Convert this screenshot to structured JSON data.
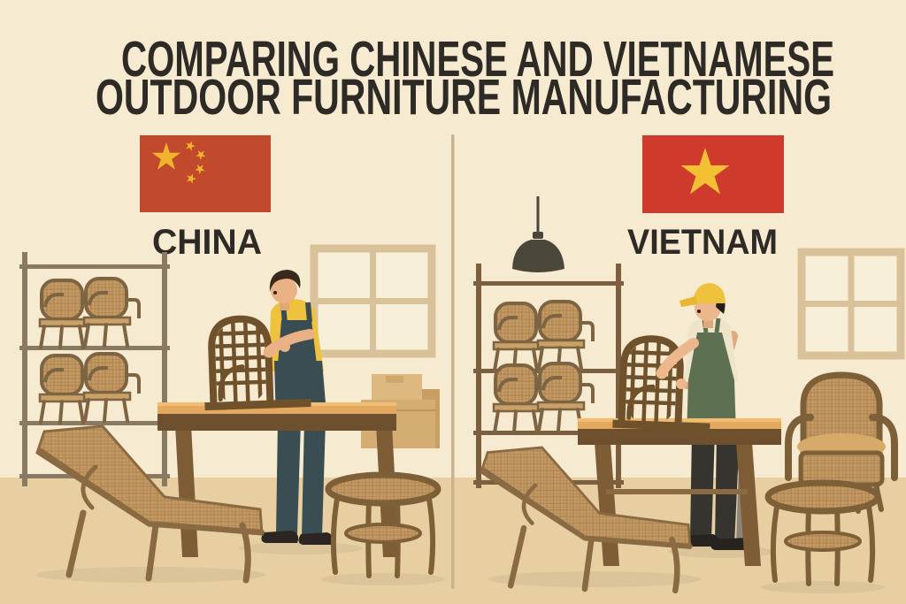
{
  "title": {
    "line1": "COMPARING CHINESE AND VIETNAMESE",
    "line2": "OUTDOOR FURNITURE MANUFACTURING"
  },
  "panels": {
    "left": {
      "country": "CHINA",
      "flag": "china-flag",
      "scene": "worker in yellow shirt and dark overalls assembling a wicker chair back on a workbench, rack of wicker chairs, window, boxes, lounge chair, round side table"
    },
    "right": {
      "country": "VIETNAM",
      "flag": "vietnam-flag",
      "scene": "worker in yellow cap and green apron assembling a wicker chair back on a workbench, rack of wicker chairs, pendant lamp, window, lounge chair, wicker armchair, round side table"
    }
  },
  "colors": {
    "wall": "#f6ead0",
    "floor": "#e7cfa2",
    "divider": "#c9b28c",
    "title_text": "#2e2b27",
    "label_text": "#2e2b27",
    "china_flag_red": "#c14a2d",
    "china_star_yellow": "#f2b42c",
    "vietnam_flag_red": "#ce3b2c",
    "vietnam_star_yellow": "#f3c033",
    "wicker_light": "#c49a62",
    "wood_frame": "#7d6443",
    "table_top": "#e3aa5f",
    "table_edge": "#6e4f2e",
    "overalls_blue": "#3a4d52",
    "shirt_yellow": "#efc23e",
    "apron_green": "#5e7052",
    "skin": "#eab284"
  }
}
